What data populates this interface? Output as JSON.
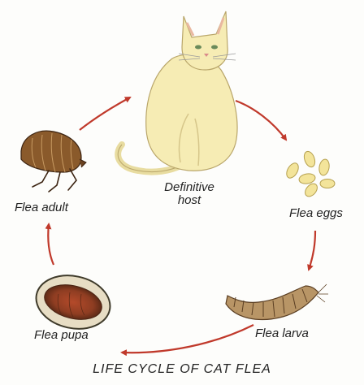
{
  "labels": {
    "definitive_host_line1": "Definitive",
    "definitive_host_line2": "host",
    "flea_eggs": "Flea eggs",
    "flea_larva": "Flea larva",
    "flea_pupa": "Flea pupa",
    "flea_adult": "Flea adult"
  },
  "caption": "LIFE CYCLE OF CAT FLEA",
  "colors": {
    "arrow": "#c0392b",
    "cat": "#f6ecb4",
    "egg": "#f3e49a",
    "flea_body": "#8a5a2b"
  }
}
